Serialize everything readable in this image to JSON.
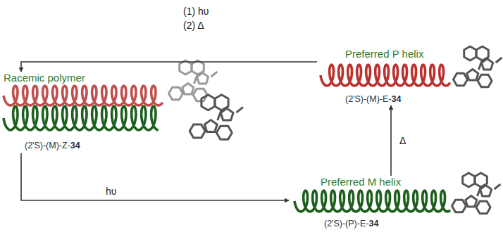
{
  "diagram": {
    "nodes": [
      {
        "text": [
          "Racemic polymer",
          "(2′S)-(M)-Z-34"
        ]
      },
      {
        "text": [
          "Preferred P helix",
          "(2′S)-(M)-E-34"
        ]
      },
      {
        "text": [
          "Preferred M helix",
          "(2′S)-(P)-E-34"
        ]
      }
    ],
    "edges": [
      {
        "from": 1,
        "to": 0,
        "label": "(1) hυ (2) Δ",
        "arrow": "to"
      },
      {
        "from": 0,
        "to": 2,
        "label": "hυ",
        "arrow": "to"
      },
      {
        "from": 2,
        "to": 1,
        "label": "Δ",
        "arrow": "to"
      }
    ]
  }
}
